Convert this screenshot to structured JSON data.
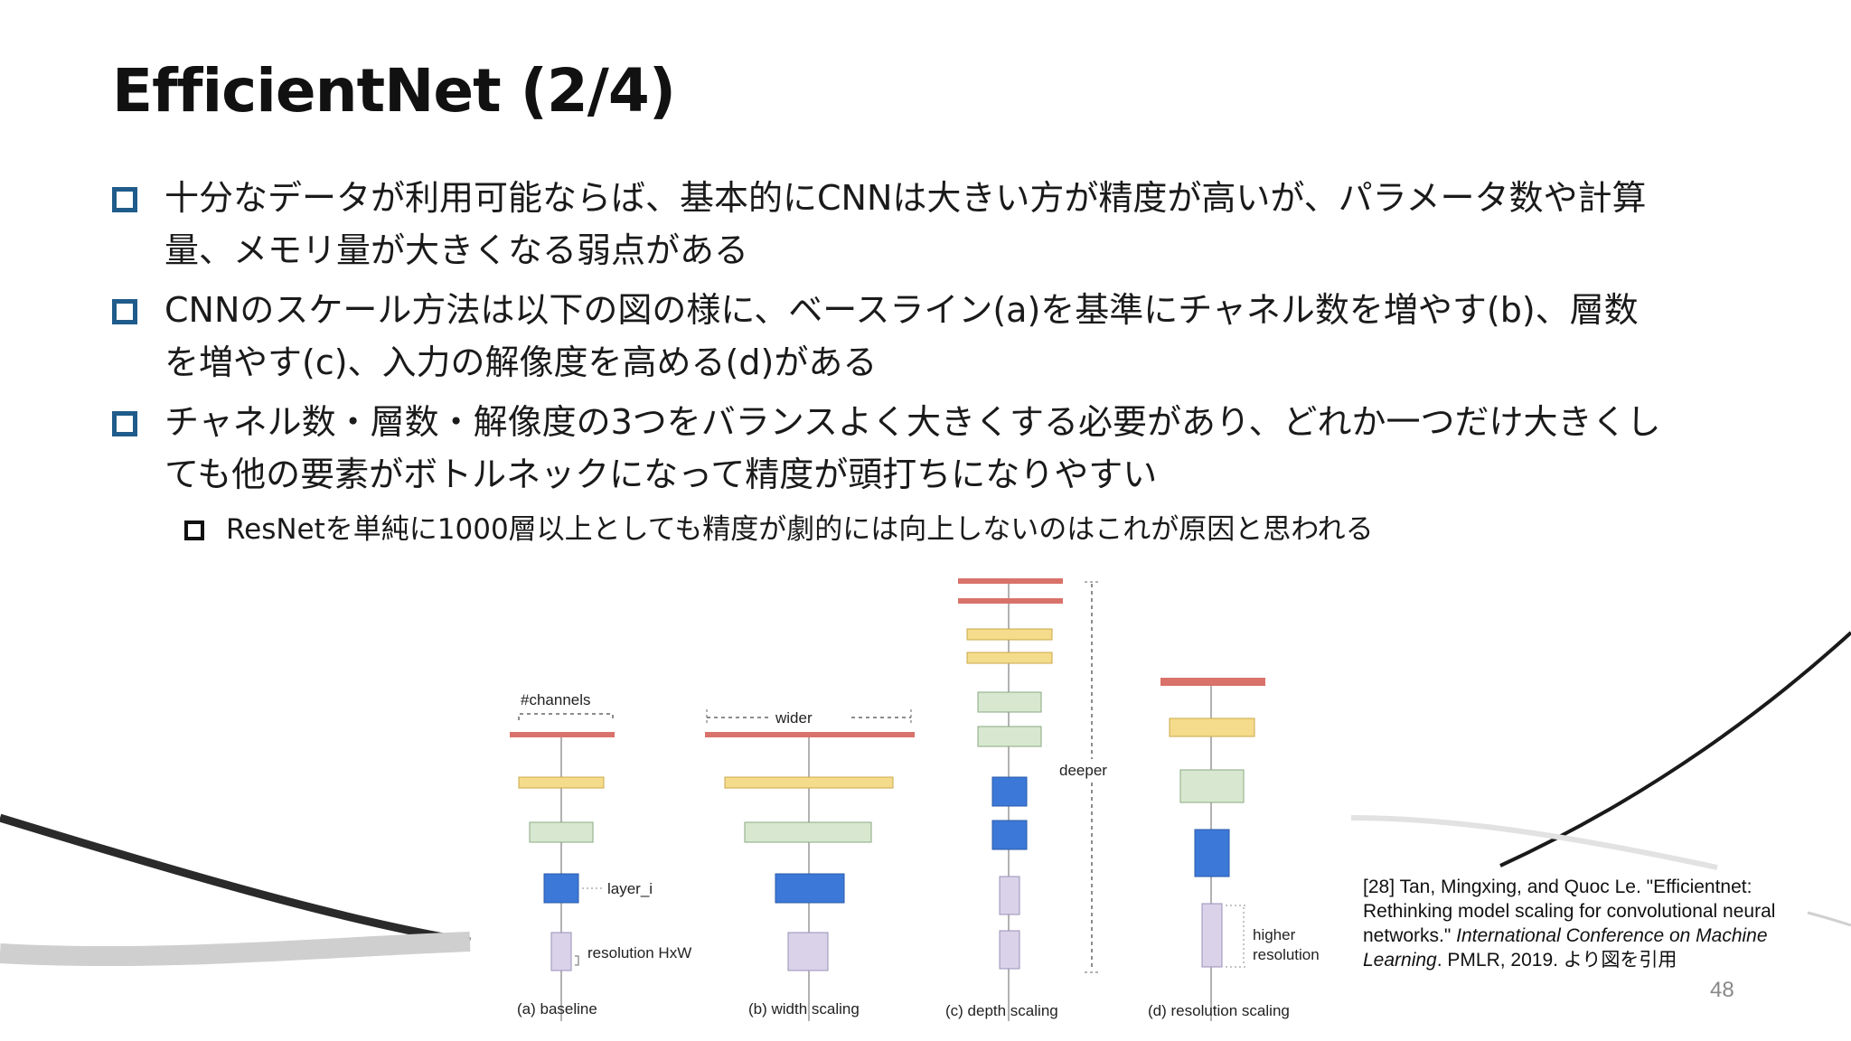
{
  "slide": {
    "title": "EfficientNet (2/4)",
    "bullets": [
      {
        "line1": "十分なデータが利用可能ならば、基本的にCNNは大きい方が精度が高いが、パラメータ数や計算",
        "line2": "量、メモリ量が大きくなる弱点がある"
      },
      {
        "line1": "CNNのスケール方法は以下の図の様に、ベースライン(a)を基準にチャネル数を増やす(b)、層数",
        "line2": "を増やす(c)、入力の解像度を高める(d)がある"
      },
      {
        "line1": "チャネル数・層数・解像度の3つをバランスよく大きくする必要があり、どれか一つだけ大きくし",
        "line2": "ても他の要素がボトルネックになって精度が頭打ちになりやすい"
      }
    ],
    "sub_bullet": "ResNetを単純に1000層以上としても精度が劇的には向上しないのはこれが原因と思われる",
    "page_number": "48"
  },
  "figure": {
    "labels": {
      "channels": "#channels",
      "layer": "layer_i",
      "resolution": "resolution HxW",
      "wider": "wider",
      "deeper": "deeper",
      "higher": "higher",
      "resolution2": "resolution"
    },
    "captions": [
      "(a) baseline",
      "(b) width scaling",
      "(c) depth scaling",
      "(d) resolution scaling"
    ],
    "colors": {
      "red": "#d9726a",
      "yellow": "#f5dc8c",
      "green": "#d8e8d0",
      "blue": "#3c78d8",
      "lavender": "#d9d2e9"
    }
  },
  "reference": {
    "part1": "[28] Tan, Mingxing, and Quoc Le. \"Efficientnet: Rethinking model scaling for convolutional neural networks.\" ",
    "venue": "International Conference on Machine Learning",
    "part2": ". PMLR, 2019. より図を引用"
  }
}
